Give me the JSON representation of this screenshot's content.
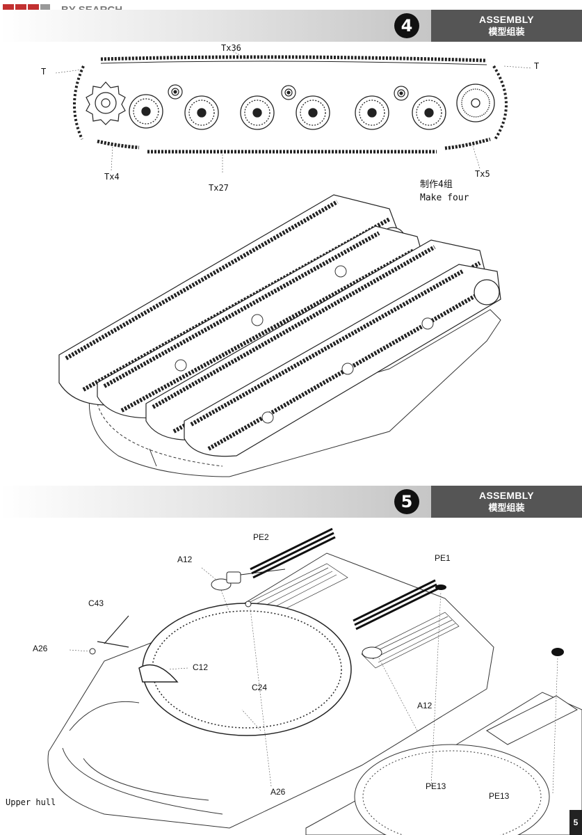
{
  "watermark": {
    "text": "BY SEARCH"
  },
  "step4": {
    "number": "4",
    "title_en": "ASSEMBLY",
    "title_zh": "模型组装",
    "labels": {
      "t_left": "T",
      "t_right": "T",
      "tx36": "Tx36",
      "tx4": "Tx4",
      "tx27": "Tx27",
      "tx5": "Tx5"
    },
    "note_zh": "制作4组",
    "note_en": "Make four"
  },
  "step5": {
    "number": "5",
    "title_en": "ASSEMBLY",
    "title_zh": "模型组装",
    "labels": {
      "pe2": "PE2",
      "a12_top": "A12",
      "pe1": "PE1",
      "c43": "C43",
      "a26_left": "A26",
      "c12": "C12",
      "c24": "C24",
      "a12_right": "A12",
      "pe13_mid": "PE13",
      "pe13_right": "PE13",
      "a26_bottom": "A26",
      "upper_hull": "Upper hull"
    }
  },
  "page_number": "5"
}
